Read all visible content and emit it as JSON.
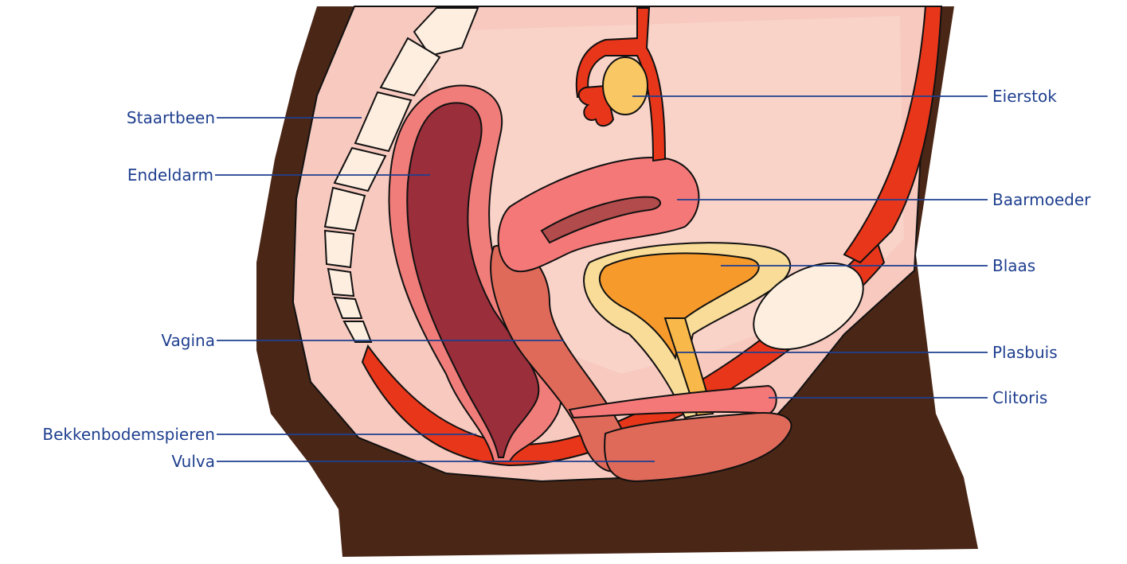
{
  "colors": {
    "label": "#1f3f8f",
    "skin_dark": "#4a2616",
    "body_pink": "#f7c9bf",
    "inner_pink": "#f9d5cc",
    "rectum_wall": "#f07d7a",
    "rectum": "#9a2e3b",
    "uterus": "#f47878",
    "vagina": "#e06a5a",
    "bladder_outer": "#f8dc98",
    "bladder": "#f79a2c",
    "muscle": "#e8361a",
    "bone": "#fdeee0",
    "ovary": "#f9c763",
    "tube": "#e8361a"
  },
  "labels": {
    "staartbeen": "Staartbeen",
    "endeldarm": "Endeldarm",
    "vagina": "Vagina",
    "bekkenbodemspieren": "Bekkenbodemspieren",
    "vulva": "Vulva",
    "eierstok": "Eierstok",
    "baarmoeder": "Baarmoeder",
    "blaas": "Blaas",
    "plasbuis": "Plasbuis",
    "clitoris": "Clitoris"
  }
}
